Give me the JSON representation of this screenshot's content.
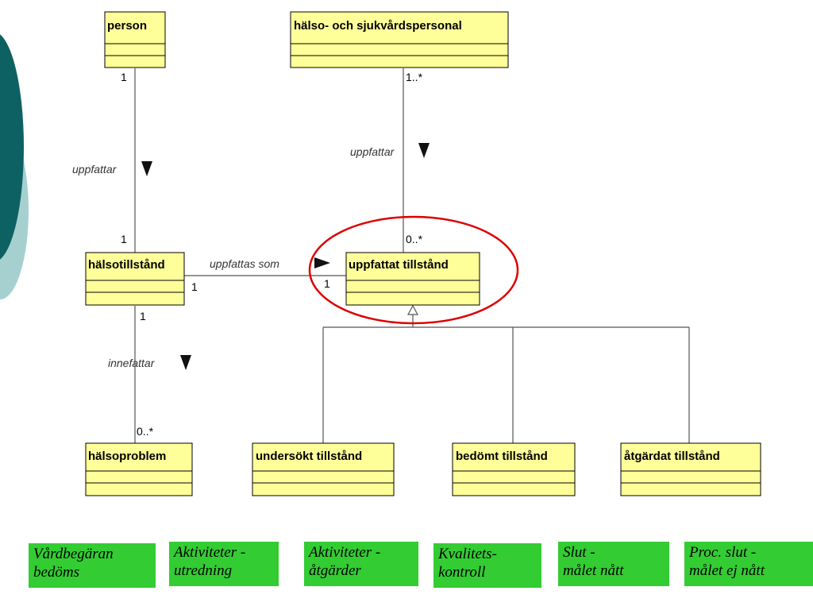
{
  "classes": {
    "person": "person",
    "personal": "hälso- och sjukvårdspersonal",
    "halsotillstand": "hälsotillstånd",
    "uppfattat": "uppfattat tillstånd",
    "halsoproblem": "hälsoproblem",
    "undersokt": "undersökt tillstånd",
    "bedomt": "bedömt tillstånd",
    "atgardat": "åtgärdat tillstånd"
  },
  "associations": {
    "person_halso": {
      "label": "uppfattar",
      "mult_top": "1",
      "mult_bottom": "1"
    },
    "personal_uppfattat": {
      "label": "uppfattar",
      "mult_top": "1..*",
      "mult_bottom": "0..*"
    },
    "halso_uppfattat": {
      "label": "uppfattas som",
      "mult_left": "1",
      "mult_right": "1"
    },
    "halso_problem": {
      "label": "innefattar",
      "mult_top": "1",
      "mult_bottom": "0..*"
    }
  },
  "phases": [
    "Vårdbegäran\nbedöms",
    "Aktiviteter -\n utredning",
    "Aktiviteter -\nåtgärder",
    "Kvalitets-\nkontroll",
    "Slut -\nmålet nått",
    "Proc. slut -\nmålet ej nått"
  ],
  "colors": {
    "class_fill": "#ffff99",
    "phase_fill": "#33cc33",
    "highlight": "#dd0000",
    "deco_dark": "#0e6163",
    "deco_light": "#a6d0d0"
  }
}
